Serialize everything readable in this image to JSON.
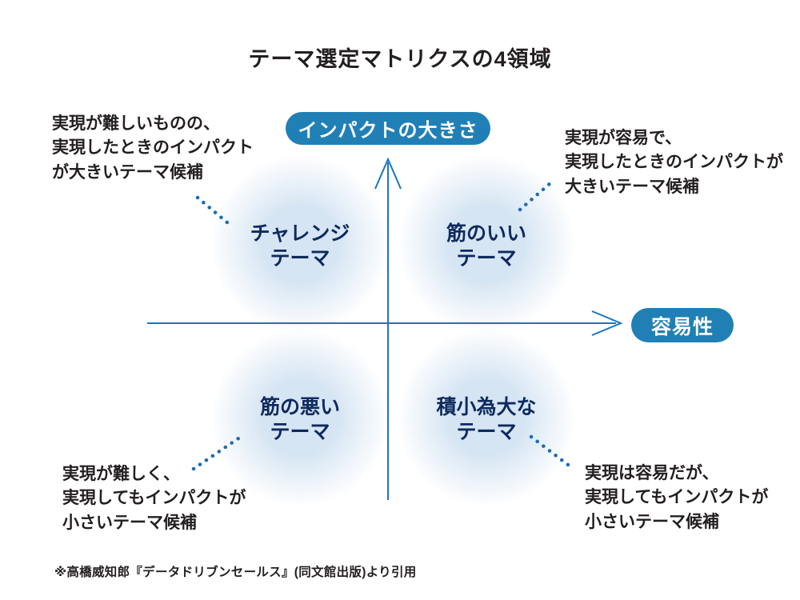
{
  "title": "テーマ選定マトリクスの4領域",
  "axes": {
    "y_axis_label": "インパクトの大きさ",
    "x_axis_label": "容易性"
  },
  "quadrants": {
    "top_left": {
      "label_lines": [
        "チャレンジ",
        "テーマ"
      ],
      "note_lines": [
        "実現が難しいものの、",
        "実現したときのインパクト",
        "が大きいテーマ候補"
      ]
    },
    "top_right": {
      "label_lines": [
        "筋のいい",
        "テーマ"
      ],
      "note_lines": [
        "実現が容易で、",
        "実現したときのインパクトが",
        "大きいテーマ候補"
      ]
    },
    "bottom_left": {
      "label_lines": [
        "筋の悪い",
        "テーマ"
      ],
      "note_lines": [
        "実現が難しく、",
        "実現してもインパクトが",
        "小さいテーマ候補"
      ]
    },
    "bottom_right": {
      "label_lines": [
        "積小為大な",
        "テーマ"
      ],
      "note_lines": [
        "実現は容易だが、",
        "実現してもインパクトが",
        "小さいテーマ候補"
      ]
    }
  },
  "footnote": "※高橋威知郎『データドリブンセールス』(同文館出版)より引用",
  "colors": {
    "ink": "#231f20",
    "navy": "#0e2a5e",
    "pill_blue": "#2080b6",
    "axis_blue": "#1b75bb",
    "dot_blue": "#1b6cb4",
    "glow": "#d6e5f3"
  }
}
